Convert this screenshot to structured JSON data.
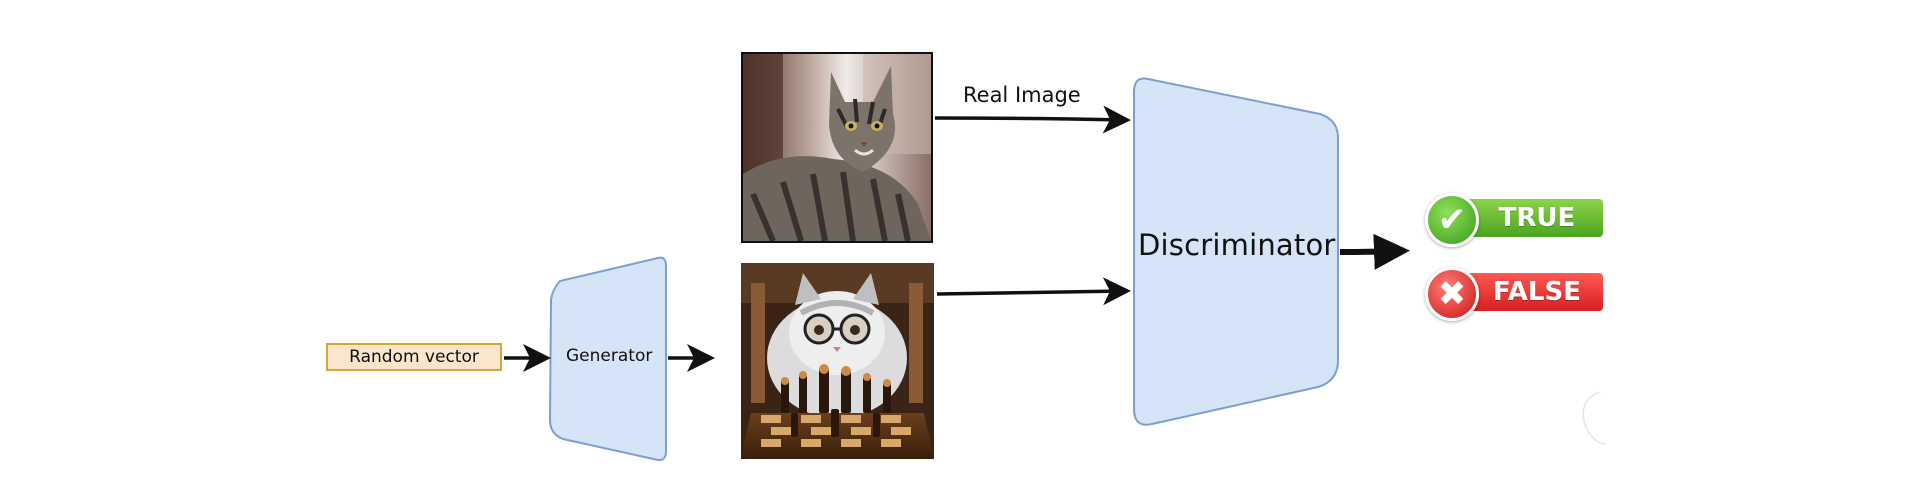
{
  "diagram": {
    "input": {
      "label": "Random vector"
    },
    "generator": {
      "label": "Generator"
    },
    "discriminator": {
      "label": "Discriminator"
    },
    "real_edge": {
      "label": "Real Image"
    },
    "real_image": {
      "description_icon": "tabby-cat-photo"
    },
    "fake_image": {
      "description_icon": "fluffy-cat-with-glasses-playing-chess"
    },
    "outputs": {
      "true_label": "TRUE",
      "false_label": "FALSE",
      "true_color": "#4aa521",
      "false_color": "#d91e1e"
    },
    "colors": {
      "block_fill": "#d6e4f8",
      "block_stroke": "#7d9fd0",
      "input_fill": "#fce5cd",
      "input_stroke": "#d6a63a"
    }
  }
}
